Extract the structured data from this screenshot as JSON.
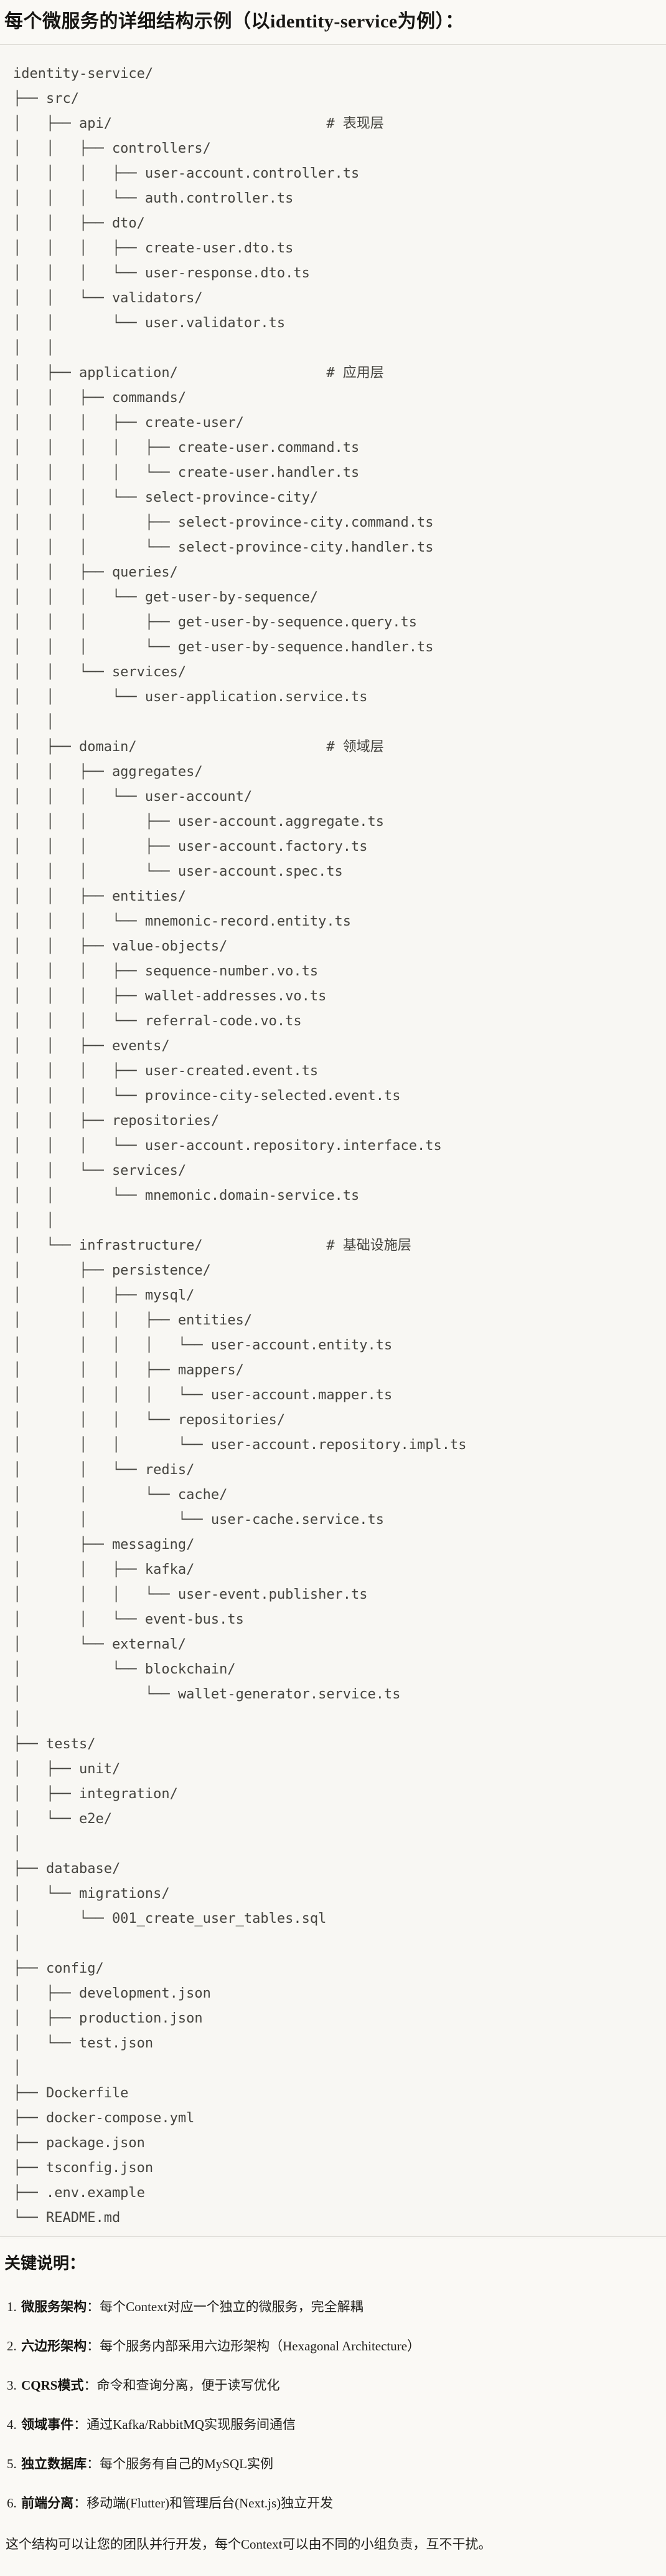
{
  "title": "每个微服务的详细结构示例（以identity-service为例）：",
  "tree": {
    "lines": [
      "identity-service/",
      "├── src/",
      "│   ├── api/                          # 表现层",
      "│   │   ├── controllers/",
      "│   │   │   ├── user-account.controller.ts",
      "│   │   │   └── auth.controller.ts",
      "│   │   ├── dto/",
      "│   │   │   ├── create-user.dto.ts",
      "│   │   │   └── user-response.dto.ts",
      "│   │   └── validators/",
      "│   │       └── user.validator.ts",
      "│   │",
      "│   ├── application/                  # 应用层",
      "│   │   ├── commands/",
      "│   │   │   ├── create-user/",
      "│   │   │   │   ├── create-user.command.ts",
      "│   │   │   │   └── create-user.handler.ts",
      "│   │   │   └── select-province-city/",
      "│   │   │       ├── select-province-city.command.ts",
      "│   │   │       └── select-province-city.handler.ts",
      "│   │   ├── queries/",
      "│   │   │   └── get-user-by-sequence/",
      "│   │   │       ├── get-user-by-sequence.query.ts",
      "│   │   │       └── get-user-by-sequence.handler.ts",
      "│   │   └── services/",
      "│   │       └── user-application.service.ts",
      "│   │",
      "│   ├── domain/                       # 领域层",
      "│   │   ├── aggregates/",
      "│   │   │   └── user-account/",
      "│   │   │       ├── user-account.aggregate.ts",
      "│   │   │       ├── user-account.factory.ts",
      "│   │   │       └── user-account.spec.ts",
      "│   │   ├── entities/",
      "│   │   │   └── mnemonic-record.entity.ts",
      "│   │   ├── value-objects/",
      "│   │   │   ├── sequence-number.vo.ts",
      "│   │   │   ├── wallet-addresses.vo.ts",
      "│   │   │   └── referral-code.vo.ts",
      "│   │   ├── events/",
      "│   │   │   ├── user-created.event.ts",
      "│   │   │   └── province-city-selected.event.ts",
      "│   │   ├── repositories/",
      "│   │   │   └── user-account.repository.interface.ts",
      "│   │   └── services/",
      "│   │       └── mnemonic.domain-service.ts",
      "│   │",
      "│   └── infrastructure/               # 基础设施层",
      "│       ├── persistence/",
      "│       │   ├── mysql/",
      "│       │   │   ├── entities/",
      "│       │   │   │   └── user-account.entity.ts",
      "│       │   │   ├── mappers/",
      "│       │   │   │   └── user-account.mapper.ts",
      "│       │   │   └── repositories/",
      "│       │   │       └── user-account.repository.impl.ts",
      "│       │   └── redis/",
      "│       │       └── cache/",
      "│       │           └── user-cache.service.ts",
      "│       ├── messaging/",
      "│       │   ├── kafka/",
      "│       │   │   └── user-event.publisher.ts",
      "│       │   └── event-bus.ts",
      "│       └── external/",
      "│           └── blockchain/",
      "│               └── wallet-generator.service.ts",
      "│",
      "├── tests/",
      "│   ├── unit/",
      "│   ├── integration/",
      "│   └── e2e/",
      "│",
      "├── database/",
      "│   └── migrations/",
      "│       └── 001_create_user_tables.sql",
      "│",
      "├── config/",
      "│   ├── development.json",
      "│   ├── production.json",
      "│   └── test.json",
      "│",
      "├── Dockerfile",
      "├── docker-compose.yml",
      "├── package.json",
      "├── tsconfig.json",
      "├── .env.example",
      "└── README.md"
    ]
  },
  "notes": {
    "heading": "关键说明：",
    "items": [
      {
        "num": "1.",
        "label": "微服务架构",
        "sep": "：",
        "desc": "每个Context对应一个独立的微服务，完全解耦"
      },
      {
        "num": "2.",
        "label": "六边形架构",
        "sep": "：",
        "desc": "每个服务内部采用六边形架构（Hexagonal Architecture）"
      },
      {
        "num": "3.",
        "label": "CQRS模式",
        "sep": "：",
        "desc": "命令和查询分离，便于读写优化"
      },
      {
        "num": "4.",
        "label": "领域事件",
        "sep": "：",
        "desc": "通过Kafka/RabbitMQ实现服务间通信"
      },
      {
        "num": "5.",
        "label": "独立数据库",
        "sep": "：",
        "desc": "每个服务有自己的MySQL实例"
      },
      {
        "num": "6.",
        "label": "前端分离",
        "sep": "：",
        "desc": "移动端(Flutter)和管理后台(Next.js)独立开发"
      }
    ],
    "footer": "这个结构可以让您的团队并行开发，每个Context可以由不同的小组负责，互不干扰。"
  },
  "colors": {
    "page_bg": "#faf9f5",
    "block_bg": "#f8f7f3",
    "rule": "#dedcd6",
    "tree_text": "#45443f",
    "title_text": "#171613"
  }
}
